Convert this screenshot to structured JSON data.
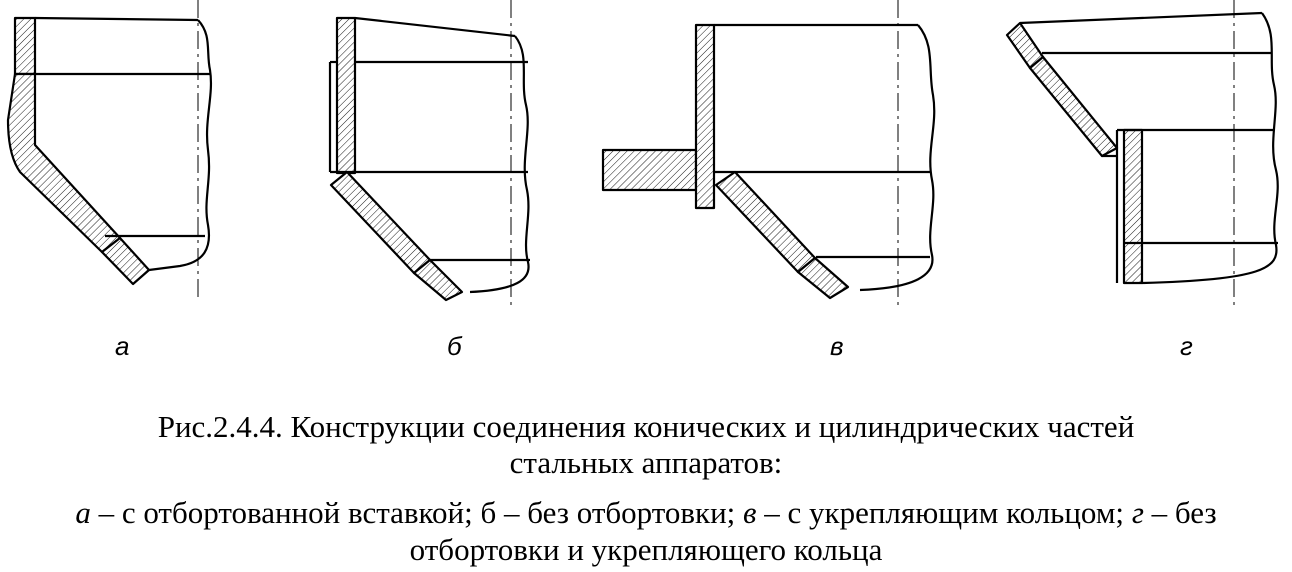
{
  "figure": {
    "labels": {
      "a": "а",
      "b": "б",
      "c": "в",
      "d": "г"
    },
    "caption": {
      "line1": "Рис.2.4.4. Конструкции соединения конических и цилиндрических частей",
      "line2": "стальных аппаратов:",
      "line3": {
        "k_a": "а",
        "t_a": " – с отбортованной вставкой; б – без отбортовки; ",
        "k_c": "в",
        "t_c": " – с укрепляющим кольцом; ",
        "k_d": "г",
        "t_d": " – без"
      },
      "line4": "отбортовки и укрепляющего кольца"
    }
  }
}
